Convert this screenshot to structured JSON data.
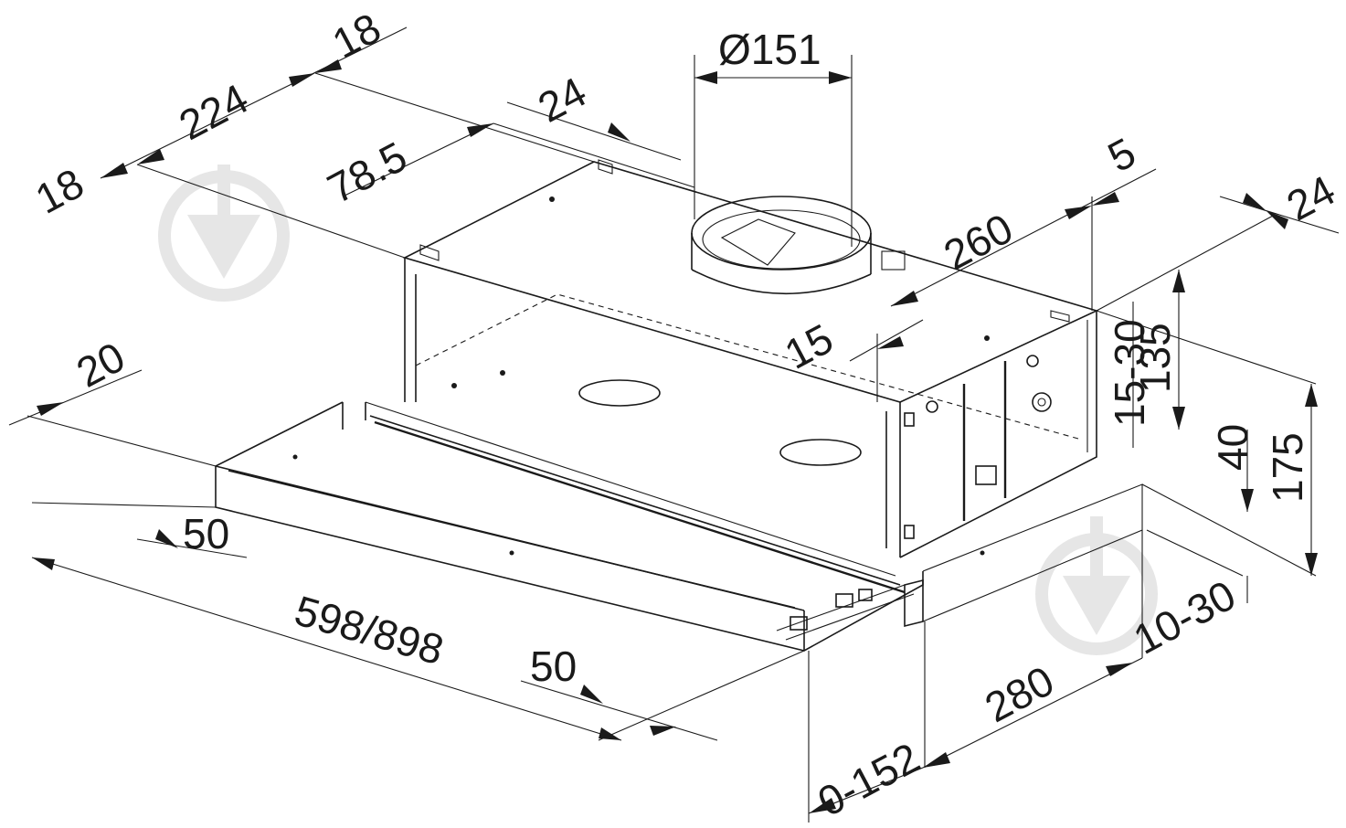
{
  "dimensions": {
    "duct_diameter": "Ø151",
    "rear_offset_top": "18",
    "rear_width": "224",
    "rear_offset_left": "18",
    "top_right_offset": "24",
    "outlet_offset": "78.5",
    "outlet_to_side": "260",
    "side_gap": "5",
    "side_offset": "24",
    "outlet_side_gap": "15",
    "adjust_height": "15-30",
    "body_height": "135",
    "panel_height": "40",
    "total_height": "175",
    "front_side_offset": "20",
    "left_inset": "50",
    "total_width": "598/898",
    "right_inset": "50",
    "front_adjust": "10-30",
    "depth": "280",
    "extension": "0-152"
  },
  "colors": {
    "line": "#1a1a1a",
    "watermark": "#e6e6e6",
    "background": "#ffffff"
  },
  "icons": [
    "watermark-logo-icon",
    "watermark-logo-icon"
  ]
}
